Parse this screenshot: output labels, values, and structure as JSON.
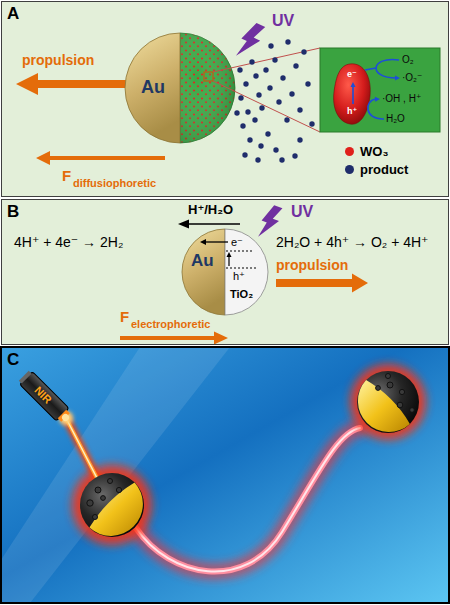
{
  "diagram": {
    "nodes": [
      {
        "text": [
          "A"
        ]
      },
      {
        "text": [
          "Au"
        ],
        "in": 0
      },
      {
        "text": [
          "O₂",
          "·O₂⁻",
          "·OH , H⁺",
          "H₂O",
          "e⁻",
          "h⁺"
        ],
        "in": 0
      },
      {
        "text": [
          "B"
        ]
      },
      {
        "text": [
          "Au"
        ],
        "in": 3
      },
      {
        "text": [
          "e⁻",
          "h⁺",
          "TiO₂"
        ],
        "in": 3
      },
      {
        "text": [
          "C"
        ]
      },
      {
        "text": [
          "NIR"
        ],
        "in": 6
      }
    ],
    "labels": [
      "propulsion",
      "UV",
      "F",
      "diffusiophoretic",
      "H⁺/H₂O",
      "UV",
      "4H⁺ + 4e⁻ → 2H₂",
      "2H₂O + 4h⁺ → O₂ + 4H⁺",
      "propulsion",
      "F",
      "electrophoretic"
    ],
    "legend": [
      {
        "text": "WO₃",
        "color": "#e0201b"
      },
      {
        "text": "product",
        "color": "#1f2d6b"
      }
    ]
  }
}
